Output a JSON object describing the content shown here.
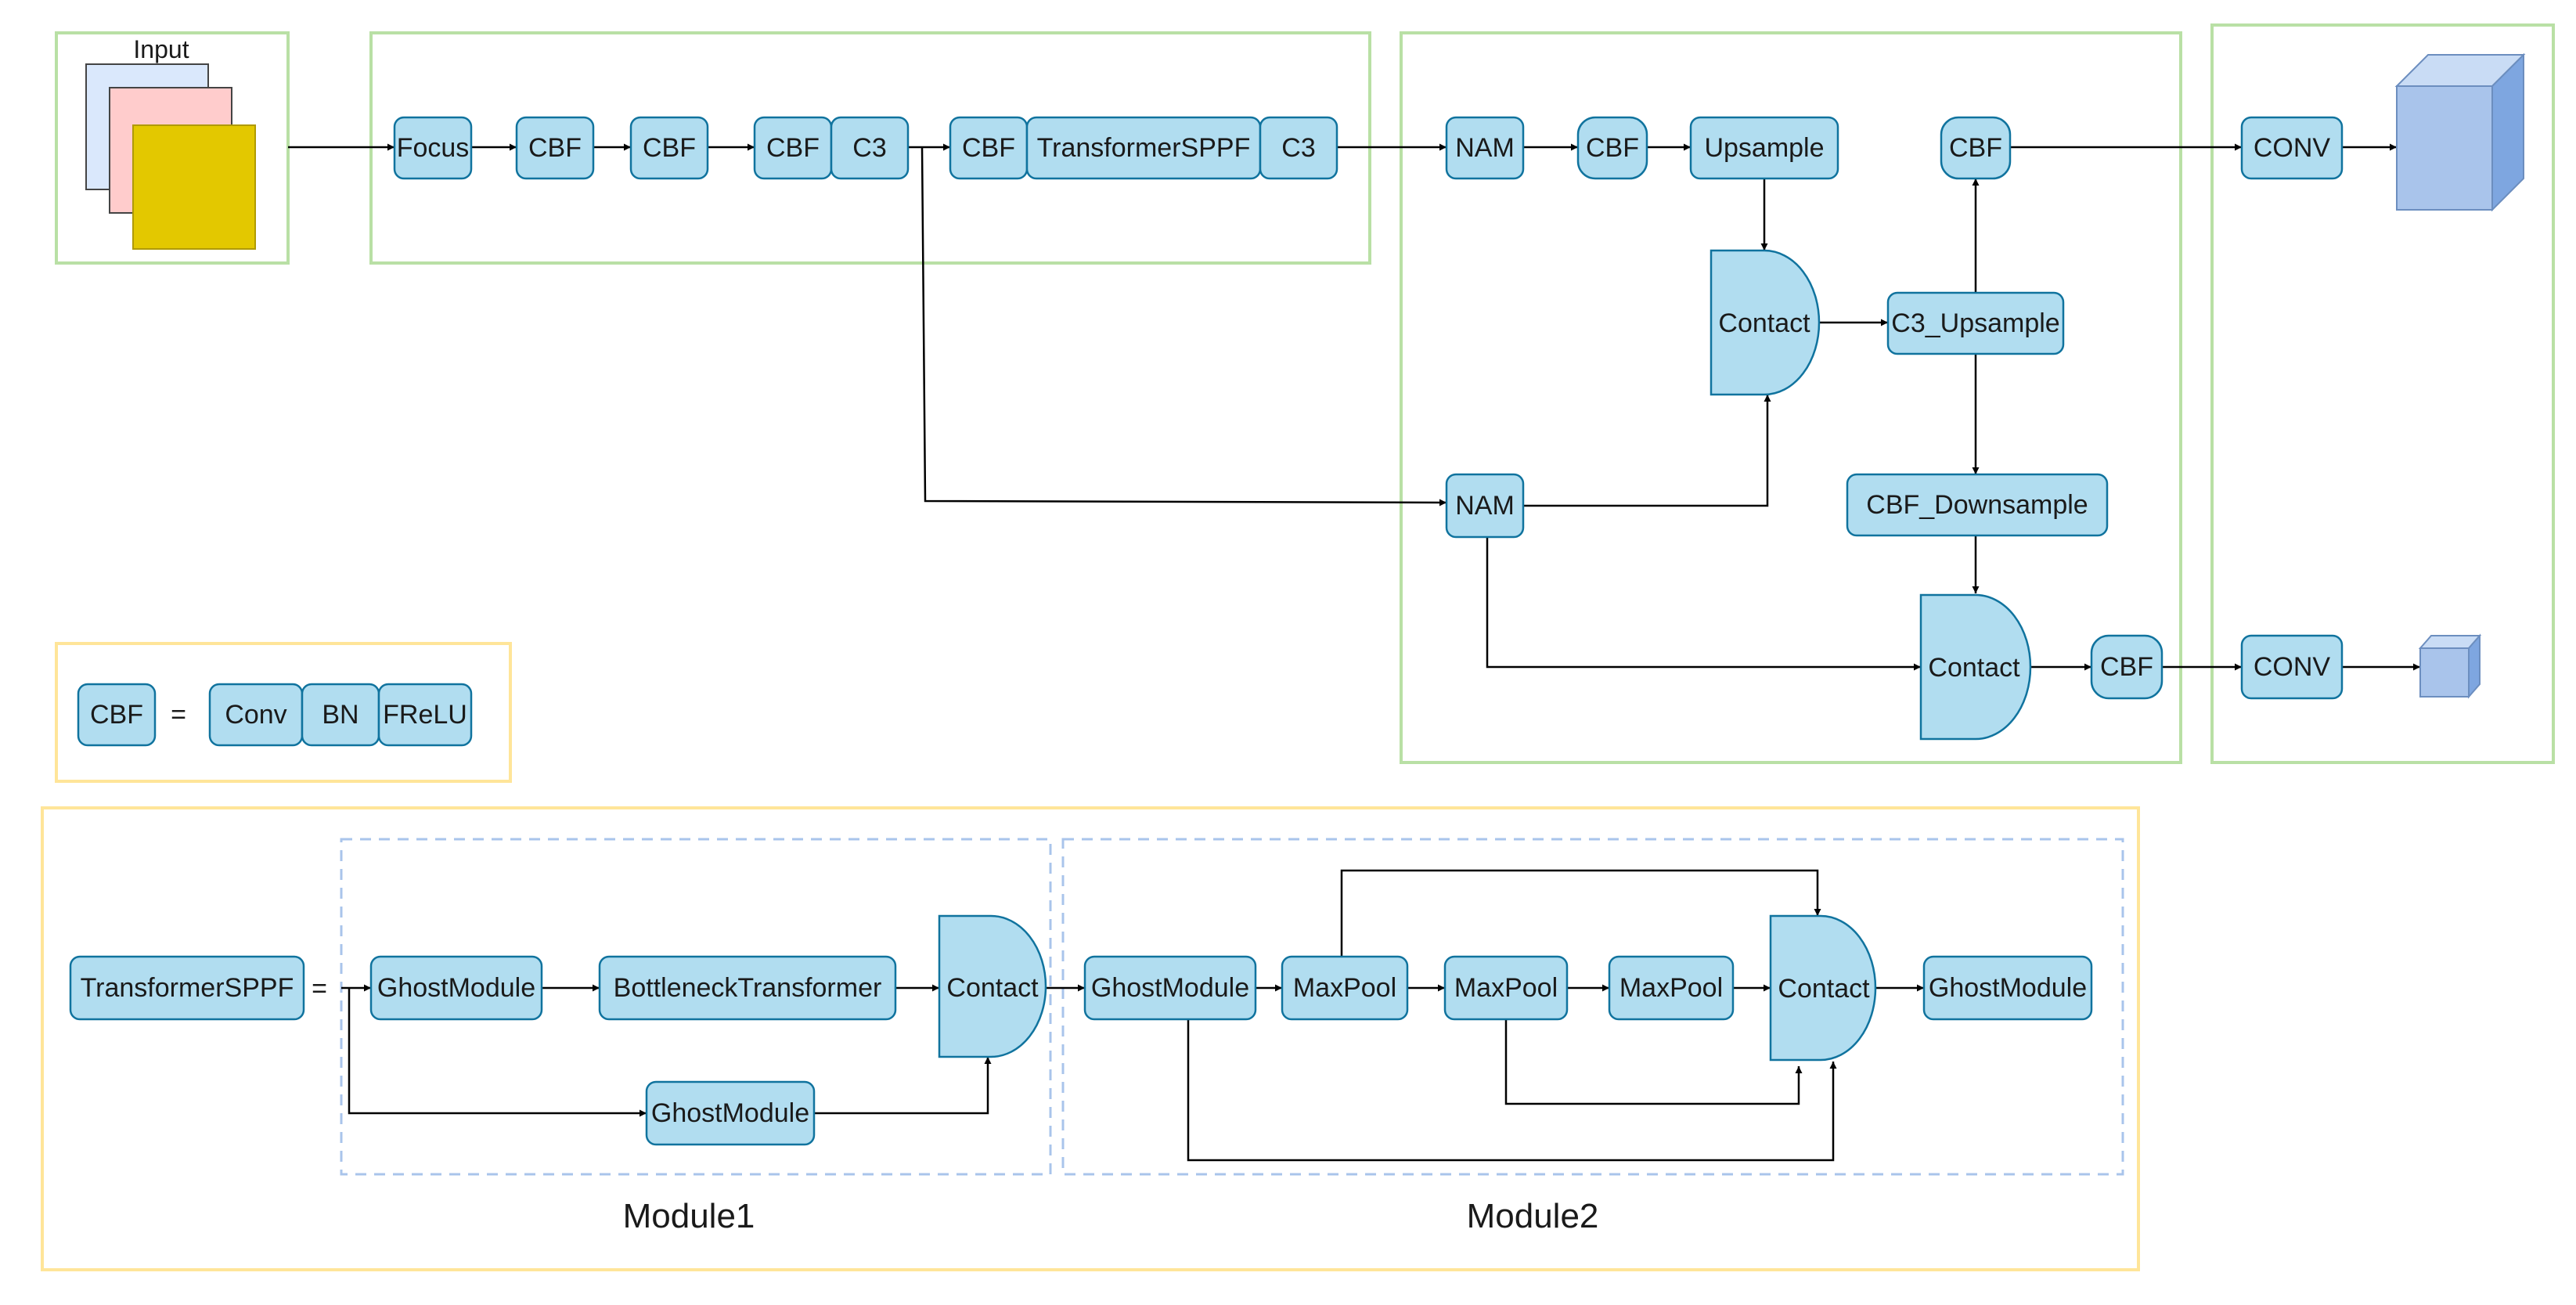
{
  "colors": {
    "node_fill": "#b1ddf0",
    "node_stroke": "#10739e",
    "green_border": "#b9e0a5",
    "yellow_border": "#ffe599",
    "dash_border": "#a9c4eb",
    "input_blue": "#dae8fc",
    "input_pink": "#ffcccc",
    "input_yellow": "#e3c800",
    "cube_front": "#a9c4eb",
    "cube_side": "#7ea6e0",
    "cube_top": "#c9dcf5"
  },
  "input": {
    "label": "Input"
  },
  "backbone": {
    "focus": "Focus",
    "cbf1": "CBF",
    "cbf2": "CBF",
    "cbf3": "CBF",
    "c3a": "C3",
    "cbf4": "CBF",
    "tsppf": "TransformerSPPF",
    "c3b": "C3"
  },
  "neck": {
    "nam1": "NAM",
    "cbf5": "CBF",
    "upsample": "Upsample",
    "cbf6": "CBF",
    "contact1": "Contact",
    "c3_upsample": "C3_Upsample",
    "nam2": "NAM",
    "cbf_downsample": "CBF_Downsample",
    "contact2": "Contact",
    "cbf7": "CBF"
  },
  "head": {
    "conv1": "CONV",
    "conv2": "CONV"
  },
  "legend": {
    "cbf": "CBF",
    "equals": "=",
    "conv": "Conv",
    "bn": "BN",
    "frelu": "FReLU"
  },
  "detail": {
    "tsppf": "TransformerSPPF",
    "equals": "=",
    "module1": {
      "label": "Module1",
      "ghost1": "GhostModule",
      "bottleneck": "BottleneckTransformer",
      "ghost2": "GhostModule",
      "contact": "Contact"
    },
    "module2": {
      "label": "Module2",
      "ghost1": "GhostModule",
      "maxpool1": "MaxPool",
      "maxpool2": "MaxPool",
      "maxpool3": "MaxPool",
      "contact": "Contact",
      "ghost2": "GhostModule"
    }
  }
}
